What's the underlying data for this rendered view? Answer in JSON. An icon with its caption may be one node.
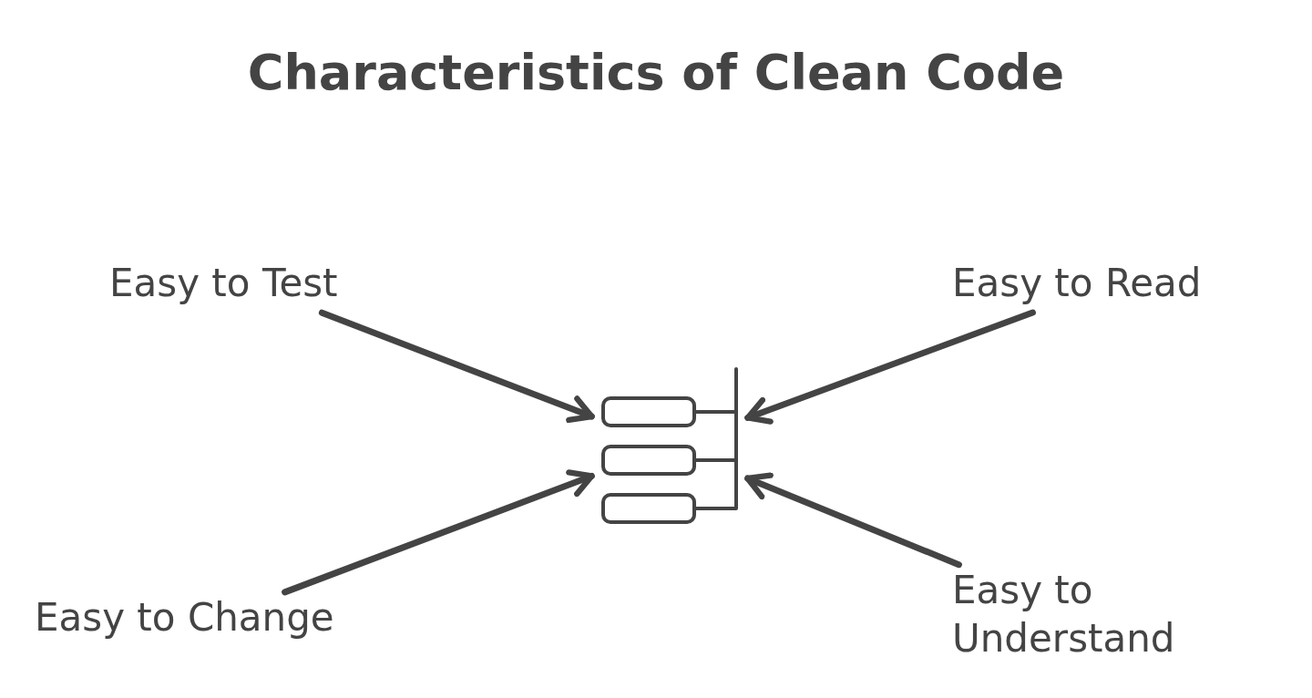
{
  "diagram": {
    "title": "Characteristics of Clean Code",
    "nodes": [
      {
        "text": [
          "Easy to Test"
        ]
      },
      {
        "text": [
          "Easy to Read"
        ]
      },
      {
        "text": [],
        "shape": "picture"
      },
      {
        "text": [
          "Easy to Change"
        ]
      },
      {
        "text": [
          "Easy to Understand"
        ]
      }
    ],
    "edges": [
      {
        "from": 0,
        "to": 2,
        "arrow": "to"
      },
      {
        "from": 1,
        "to": 2,
        "arrow": "to"
      },
      {
        "from": 3,
        "to": 2,
        "arrow": "to"
      },
      {
        "from": 4,
        "to": 2,
        "arrow": "to"
      }
    ]
  }
}
